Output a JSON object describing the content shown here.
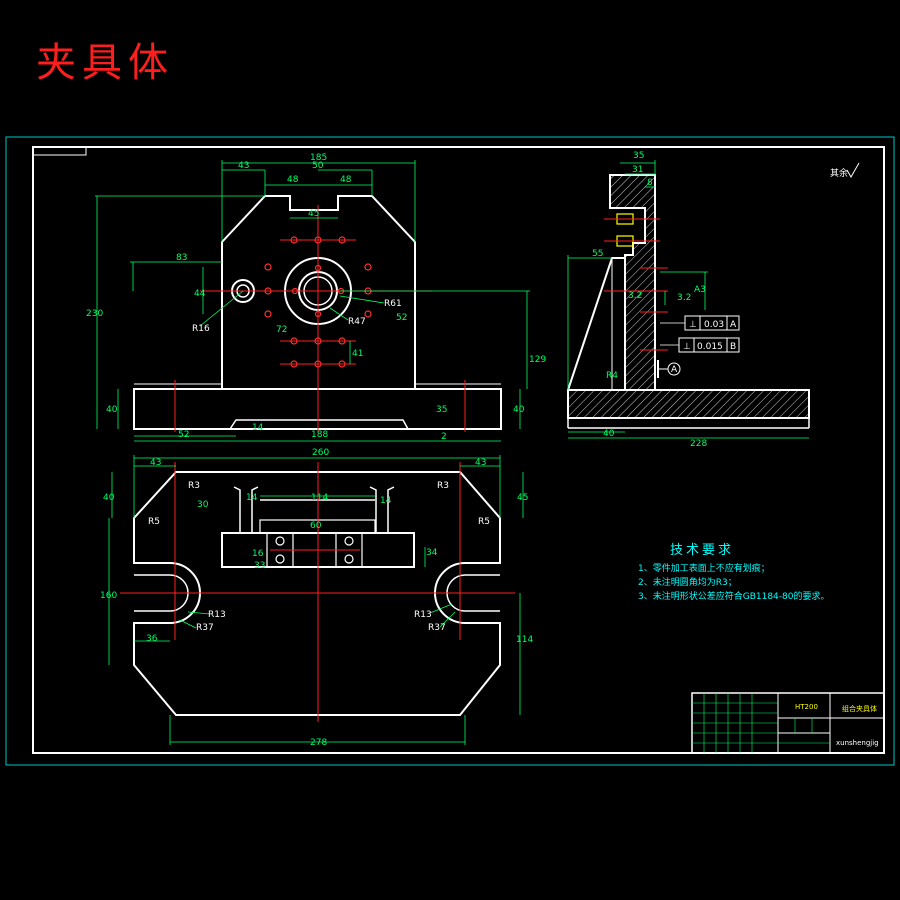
{
  "title": "夹具体",
  "colors": {
    "background": "#000000",
    "frame_outer": "#00c8c8",
    "frame_inner": "#ffffff",
    "outline": "#ffffff",
    "dimension": "#00ff66",
    "center_line": "#ff2020",
    "hatch": "#ffffff",
    "tech_text": "#00ffff",
    "title_text": "#ff1e1e",
    "title_block_text": "#ffff00"
  },
  "roughness": "其余",
  "front_view": {
    "dims": [
      "185",
      "43",
      "50",
      "48",
      "48",
      "45",
      "83",
      "44",
      "230",
      "R16",
      "R61",
      "72",
      "R47",
      "52",
      "41",
      "129",
      "40",
      "40",
      "52",
      "14",
      "35",
      "2",
      "188"
    ]
  },
  "side_view": {
    "dims": [
      "35",
      "31",
      "8",
      "55",
      "3.2",
      "3.2",
      "R4",
      "40",
      "228",
      "A3"
    ],
    "tolerances": [
      {
        "symbol": "⊥",
        "value": "0.03",
        "datum": "A"
      },
      {
        "symbol": "⊥",
        "value": "0.015",
        "datum": "B"
      }
    ],
    "datum": "A"
  },
  "top_view": {
    "dims": [
      "260",
      "43",
      "43",
      "40",
      "45",
      "R3",
      "R3",
      "R5",
      "R5",
      "30",
      "14",
      "114",
      "14",
      "60",
      "16",
      "34",
      "33",
      "160",
      "R13",
      "R37",
      "R13",
      "R37",
      "36",
      "114",
      "278"
    ]
  },
  "tech_requirements": {
    "heading": "技术要求",
    "items": [
      "1、零件加工表面上不应有划痕；",
      "2、未注明圆角均为R3；",
      "3、未注明形状公差应符合GB1184-80的要求。"
    ]
  },
  "title_block": {
    "material": "HT200",
    "part_name": "组合夹具体",
    "drawing_no": "xunshengjig"
  }
}
